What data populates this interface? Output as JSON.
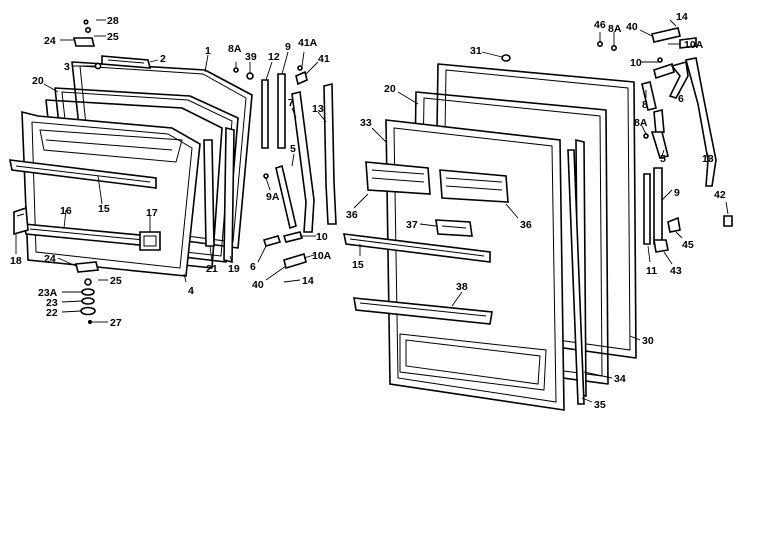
{
  "callouts": {
    "freezer_door": [
      {
        "id": "f-28",
        "label": "28"
      },
      {
        "id": "f-24",
        "label": "24"
      },
      {
        "id": "f-25",
        "label": "25"
      },
      {
        "id": "f-2",
        "label": "2"
      },
      {
        "id": "f-3",
        "label": "3"
      },
      {
        "id": "f-1",
        "label": "1"
      },
      {
        "id": "f-8a",
        "label": "8A"
      },
      {
        "id": "f-39",
        "label": "39"
      },
      {
        "id": "f-9",
        "label": "9"
      },
      {
        "id": "f-41a",
        "label": "41A"
      },
      {
        "id": "f-41",
        "label": "41"
      },
      {
        "id": "f-20",
        "label": "20"
      },
      {
        "id": "f-12",
        "label": "12"
      },
      {
        "id": "f-7",
        "label": "7"
      },
      {
        "id": "f-13",
        "label": "13"
      },
      {
        "id": "f-5",
        "label": "5"
      },
      {
        "id": "f-15",
        "label": "15"
      },
      {
        "id": "f-16",
        "label": "16"
      },
      {
        "id": "f-17",
        "label": "17"
      },
      {
        "id": "f-9a",
        "label": "9A"
      },
      {
        "id": "f-18",
        "label": "18"
      },
      {
        "id": "f-21",
        "label": "21"
      },
      {
        "id": "f-19",
        "label": "19"
      },
      {
        "id": "f-6",
        "label": "6"
      },
      {
        "id": "f-10",
        "label": "10"
      },
      {
        "id": "f-10a",
        "label": "10A"
      },
      {
        "id": "f-24b",
        "label": "24"
      },
      {
        "id": "f-25b",
        "label": "25"
      },
      {
        "id": "f-4",
        "label": "4"
      },
      {
        "id": "f-40",
        "label": "40"
      },
      {
        "id": "f-14",
        "label": "14"
      },
      {
        "id": "f-23a",
        "label": "23A"
      },
      {
        "id": "f-23",
        "label": "23"
      },
      {
        "id": "f-22",
        "label": "22"
      },
      {
        "id": "f-27",
        "label": "27"
      }
    ],
    "fresh_food_door": [
      {
        "id": "r-31",
        "label": "31"
      },
      {
        "id": "r-46",
        "label": "46"
      },
      {
        "id": "r-8a",
        "label": "8A"
      },
      {
        "id": "r-40",
        "label": "40"
      },
      {
        "id": "r-14",
        "label": "14"
      },
      {
        "id": "r-10a",
        "label": "10A"
      },
      {
        "id": "r-10",
        "label": "10"
      },
      {
        "id": "r-20",
        "label": "20"
      },
      {
        "id": "r-33",
        "label": "33"
      },
      {
        "id": "r-6",
        "label": "6"
      },
      {
        "id": "r-8",
        "label": "8"
      },
      {
        "id": "r-8a2",
        "label": "8A"
      },
      {
        "id": "r-5",
        "label": "5"
      },
      {
        "id": "r-13",
        "label": "13"
      },
      {
        "id": "r-36a",
        "label": "36"
      },
      {
        "id": "r-36b",
        "label": "36"
      },
      {
        "id": "r-37",
        "label": "37"
      },
      {
        "id": "r-9",
        "label": "9"
      },
      {
        "id": "r-42",
        "label": "42"
      },
      {
        "id": "r-45",
        "label": "45"
      },
      {
        "id": "r-15",
        "label": "15"
      },
      {
        "id": "r-11",
        "label": "11"
      },
      {
        "id": "r-43",
        "label": "43"
      },
      {
        "id": "r-38",
        "label": "38"
      },
      {
        "id": "r-30",
        "label": "30"
      },
      {
        "id": "r-34",
        "label": "34"
      },
      {
        "id": "r-35",
        "label": "35"
      }
    ]
  }
}
